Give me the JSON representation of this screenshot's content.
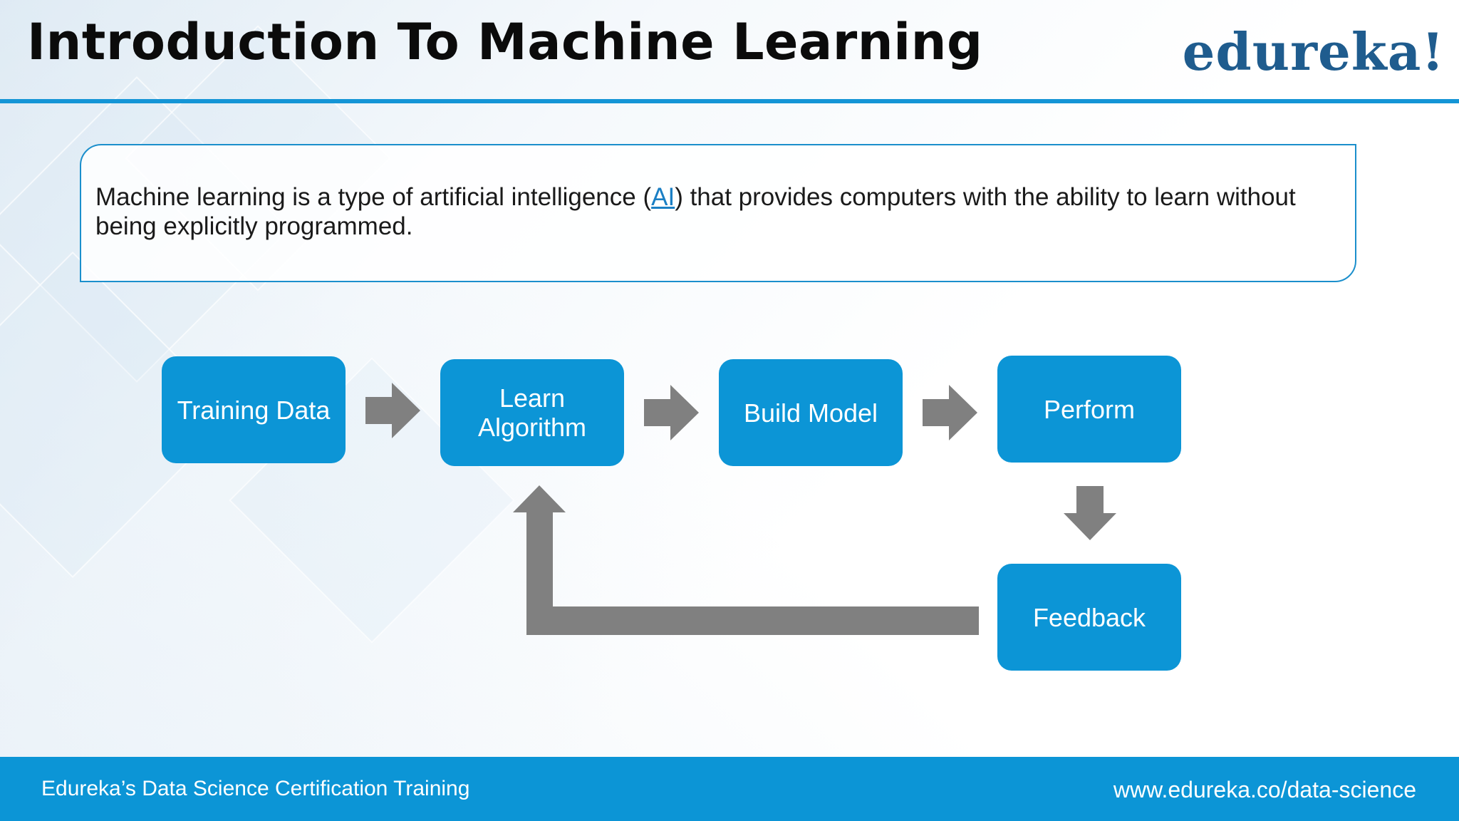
{
  "header": {
    "title": "Introduction To Machine Learning",
    "logo_text": "edureka!"
  },
  "definition": {
    "text_before": "Machine learning is a type of artificial intelligence (",
    "link_text": "AI",
    "text_after": ") that provides computers with the ability to learn without being explicitly programmed."
  },
  "flow": {
    "nodes": {
      "training_data": "Training Data",
      "learn_algorithm": "Learn Algorithm",
      "build_model": "Build Model",
      "perform": "Perform",
      "feedback": "Feedback"
    },
    "edges": [
      {
        "from": "Training Data",
        "to": "Learn Algorithm"
      },
      {
        "from": "Learn Algorithm",
        "to": "Build Model"
      },
      {
        "from": "Build Model",
        "to": "Perform"
      },
      {
        "from": "Perform",
        "to": "Feedback"
      },
      {
        "from": "Feedback",
        "to": "Learn Algorithm"
      }
    ]
  },
  "footer": {
    "left_text": "Edureka’s Data Science Certification Training",
    "right_text": "www.edureka.co/data-science"
  },
  "colors": {
    "accent": "#0c95d6",
    "brand": "#1f5c8e",
    "arrow": "#808080"
  }
}
